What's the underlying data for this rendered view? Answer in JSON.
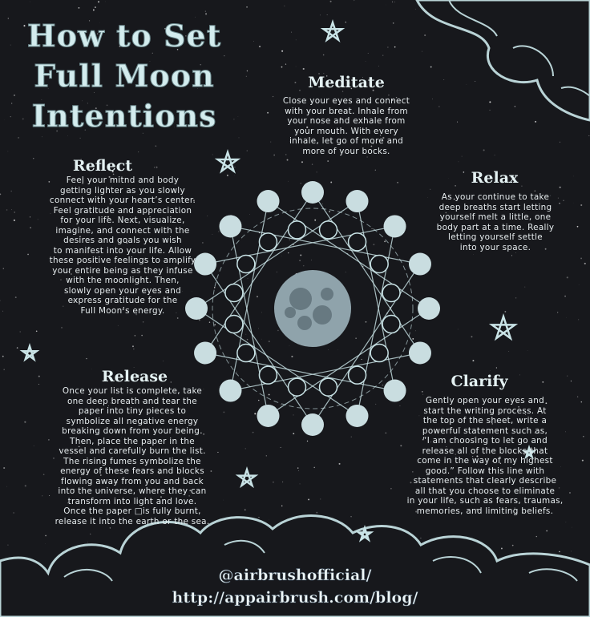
{
  "title": [
    "How to Set",
    "Full Moon",
    "Intentions"
  ],
  "sections": {
    "meditate": {
      "heading": "Meditate",
      "lines": [
        "Close your eyes and connect",
        "with your breat. Inhale from",
        "your nose and exhale from",
        "your mouth. With every",
        "inhale, let go of more and",
        "more of your bocks."
      ]
    },
    "reflect": {
      "heading": "Reflect",
      "lines": [
        "Feel your mitnd and body",
        "getting lighter as you slowly",
        "connect with your heart’s center.",
        "Feel gratitude and appreciation",
        "for your life. Next, visualize,",
        "imagine, and connect with the",
        "desires and goals you wish",
        "to manifest into your life. Allow",
        "these positive feelings to amplify",
        "your entire being as they infuse",
        "with the moonlight. Then,",
        "slowly open your eyes and",
        "express gratitude for the",
        "Full Moon’s energy."
      ]
    },
    "relax": {
      "heading": "Relax",
      "lines": [
        "As your continue to take",
        "deep breaths start letting",
        "yourself melt a little, one",
        "body part at a time. Really",
        "letting yourself settle",
        "into your space."
      ]
    },
    "release": {
      "heading": "Release",
      "lines": [
        "Once your list is complete, take",
        "one deep breath and tear the",
        "paper into tiny pieces to",
        "symbolize all negative energy",
        "breaking down from your being.",
        "Then, place the paper in the",
        "vessel and carefully burn the list.",
        "The rising fumes symbolize the",
        "energy of these fears and blocks",
        "flowing away from you and back",
        "into the universe, where they can",
        "transform into light and love.",
        "Once the paper □is fully burnt,",
        "release it into the earth or the sea."
      ]
    },
    "clarify": {
      "heading": "Clarify",
      "lines": [
        "Gently open your eyes and",
        "start the writing process. At",
        "the top of the sheet, write a",
        "powerful statement such as,",
        "“I am choosing to let go and",
        "release all of the blocks that",
        "come in the way of my highest",
        "good.” Follow this line with",
        "statements that clearly describe",
        "all that you choose to eliminate",
        "in your life, such as fears, traumas,",
        "memories, and limiting beliefs."
      ]
    }
  },
  "footer": {
    "handle": "@airbrushofficial/",
    "url": "http://appairbrush.com/blog/"
  },
  "colors": {
    "background": "#17181c",
    "accent": "#c9e3e6",
    "text": "#e6ecee"
  }
}
